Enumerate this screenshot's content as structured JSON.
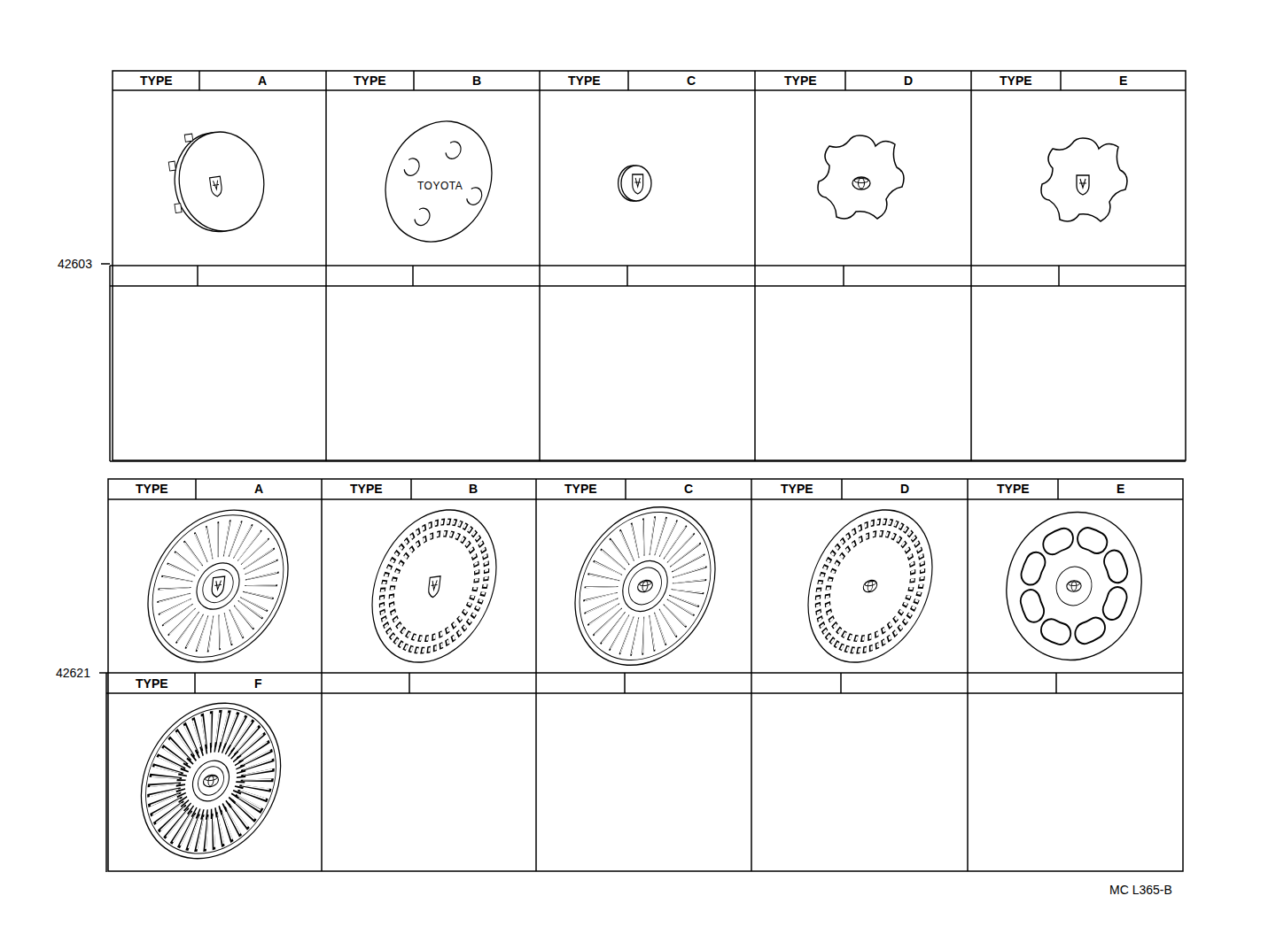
{
  "diagram": {
    "labels": [
      "TYPE",
      "A",
      "TYPE",
      "B",
      "TYPE",
      "C",
      "TYPE",
      "D",
      "TYPE",
      "E",
      "TOYOTA",
      "42603",
      "TYPE",
      "A",
      "TYPE",
      "B",
      "TYPE",
      "C",
      "TYPE",
      "D",
      "TYPE",
      "E",
      "TYPE",
      "F",
      "42621",
      "MC L365-B"
    ]
  }
}
